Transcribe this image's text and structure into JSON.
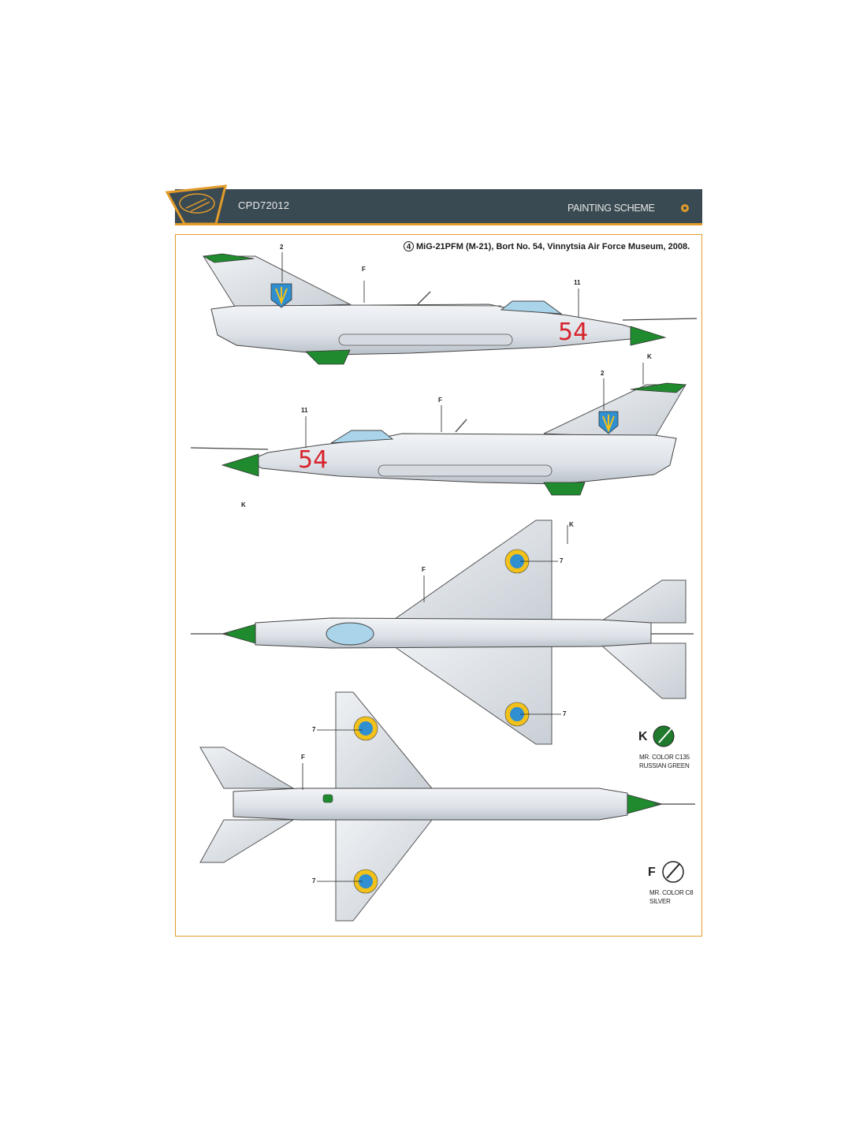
{
  "header": {
    "code": "CPD72012",
    "section": "PAINTING SCHEME",
    "colors": {
      "bar": "#3a4a52",
      "accent": "#e39b2a"
    }
  },
  "title": {
    "number": "4",
    "text": "MiG-21PFM (M-21), Bort No. 54, Vinnytsia Air Force Museum, 2008."
  },
  "bort_number": "54",
  "callouts": {
    "c2": "2",
    "c11": "11",
    "c7": "7",
    "f": "F",
    "k": "K"
  },
  "paints": [
    {
      "letter": "K",
      "line1": "MR. COLOR C135",
      "line2": "RUSSIAN GREEN",
      "color": "#1f7a2e"
    },
    {
      "letter": "F",
      "line1": "MR. COLOR C8",
      "line2": "SILVER",
      "color": "#c8ccd0"
    }
  ],
  "colors": {
    "green": "#1f8a2e",
    "fuselage": "#dde2e8",
    "canopy": "#a9d4ea",
    "roundel_blue": "#2f8fd0",
    "roundel_yellow": "#f2c21a",
    "bort_red": "#d8222a"
  }
}
